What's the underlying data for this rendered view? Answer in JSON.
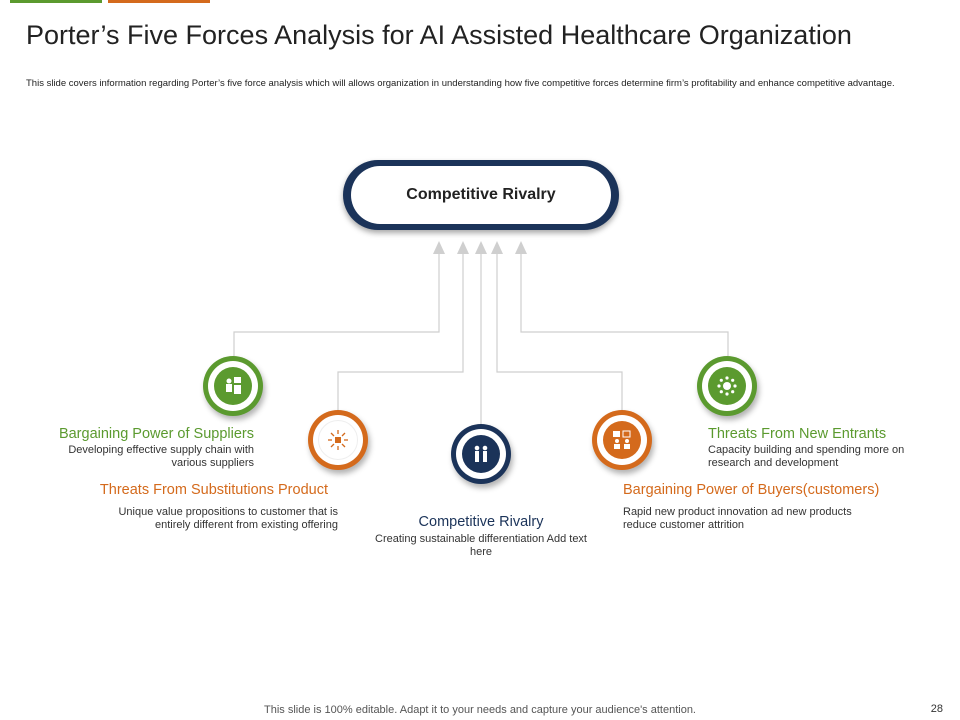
{
  "title": "Porter’s Five Forces Analysis for AI Assisted Healthcare Organization",
  "subtitle": "This slide covers information regarding Porter’s five force analysis which will allows organization in understanding how five competitive forces determine firm’s profitability and enhance competitive advantage.",
  "center": {
    "label": "Competitive Rivalry"
  },
  "forces": [
    {
      "title": "Bargaining Power of Suppliers",
      "desc": "Developing effective supply chain with various suppliers",
      "color": "#5b9a2f",
      "icon": "supplier-icon"
    },
    {
      "title": "Threats  From Substitutions Product",
      "desc": "Unique value propositions to customer that is entirely different from existing offering",
      "color": "#d46a1c",
      "icon": "substitution-icon"
    },
    {
      "title": "Competitive Rivalry",
      "desc": "Creating sustainable differentiation Add text here",
      "color": "#1b3359",
      "icon": "rivalry-icon"
    },
    {
      "title": "Bargaining Power of Buyers(customers)",
      "desc": "Rapid new product innovation ad new products reduce customer attrition",
      "color": "#d46a1c",
      "icon": "buyers-icon"
    },
    {
      "title": "Threats  From New Entrants",
      "desc": "Capacity building and spending more on research and development",
      "color": "#5b9a2f",
      "icon": "new-entrants-icon"
    }
  ],
  "footer": "This slide is 100% editable. Adapt it to your needs and capture your audience's attention.",
  "page_number": "28"
}
